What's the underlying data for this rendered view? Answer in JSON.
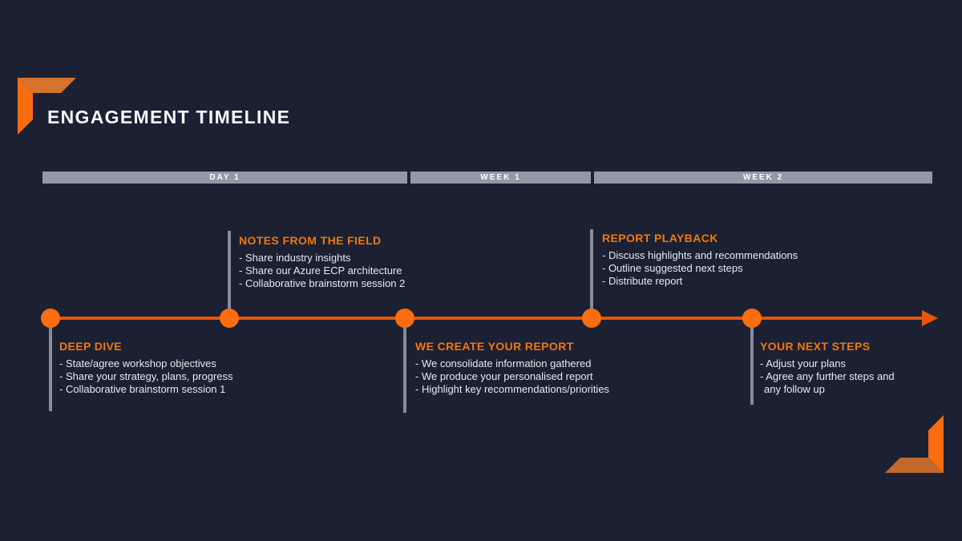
{
  "title": "ENGAGEMENT TIMELINE",
  "phases": [
    {
      "label": "DAY 1"
    },
    {
      "label": "WEEK 1"
    },
    {
      "label": "WEEK 2"
    }
  ],
  "milestones": [
    {
      "title": "DEEP DIVE",
      "placement": "below",
      "lines": [
        "- State/agree workshop objectives",
        "- Share your strategy, plans, progress",
        "- Collaborative brainstorm session 1"
      ]
    },
    {
      "title": "NOTES FROM THE FIELD",
      "placement": "above",
      "lines": [
        "- Share industry insights",
        "- Share our Azure ECP architecture",
        "- Collaborative brainstorm session 2"
      ]
    },
    {
      "title": "WE CREATE YOUR REPORT",
      "placement": "below",
      "lines": [
        "- We consolidate information gathered",
        "- We produce your personalised report",
        "- Highlight key recommendations/priorities"
      ]
    },
    {
      "title": "REPORT PLAYBACK",
      "placement": "above",
      "lines": [
        "- Discuss highlights and recommendations",
        "- Outline suggested next steps",
        "- Distribute report"
      ]
    },
    {
      "title": "YOUR NEXT STEPS",
      "placement": "below",
      "lines": [
        "- Adjust your plans",
        "- Agree any further steps and",
        "any follow up"
      ]
    }
  ],
  "colors": {
    "background": "#1B2133",
    "title_text": "#F5F6F8",
    "body_text": "#E6E9EE",
    "phase_bar": "#9199A7",
    "phase_bar_text": "#FFFFFF",
    "accent_orange": "#FB6D0E",
    "line_orange": "#E5560B",
    "heading_orange": "#F3760E",
    "connector_gray": "#868C99",
    "bracket_bright": "#FB6B10",
    "bracket_muted": "#D5722E",
    "bracket_muted_dark": "#C2682C"
  }
}
